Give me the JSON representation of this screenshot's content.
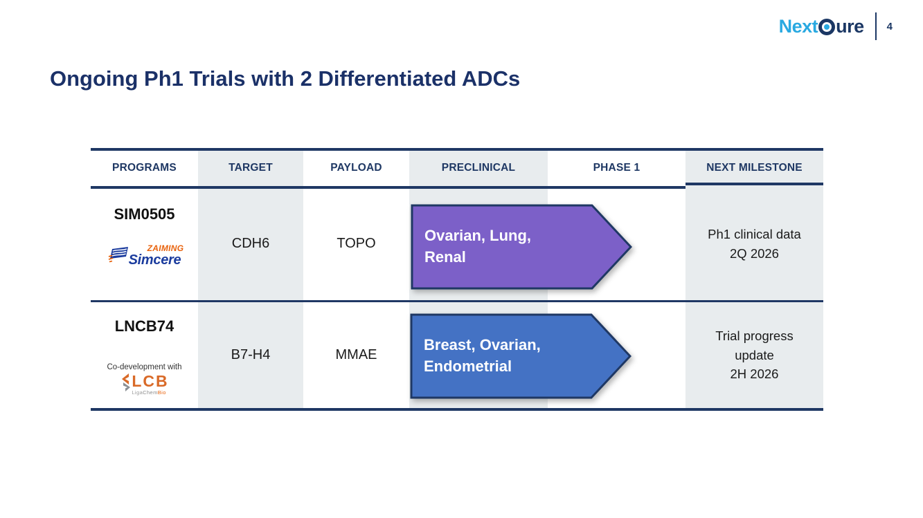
{
  "brand": {
    "next": "Next",
    "ure": "ure",
    "page_number": "4"
  },
  "title": "Ongoing Ph1 Trials with 2 Differentiated ADCs",
  "colors": {
    "navy": "#1F3864",
    "title_navy": "#1B3168",
    "column_stripe": "#E8ECEE",
    "arrow_purple": "#7C60C8",
    "arrow_blue": "#4472C4",
    "logo_cyan": "#29A9E1",
    "logo_dark": "#1B3764",
    "simcere_blue": "#1B3C9E",
    "simcere_orange": "#E8620C",
    "lcb_orange": "#D96A28"
  },
  "table": {
    "columns": [
      "PROGRAMS",
      "TARGET",
      "PAYLOAD",
      "PRECLINICAL",
      "PHASE 1",
      "NEXT MILESTONE"
    ],
    "rows": [
      {
        "program": "SIM0505",
        "partner": {
          "tag": "ZAIMING",
          "name": "Simcere"
        },
        "target": "CDH6",
        "payload": "TOPO",
        "arrow": {
          "line1": "Ovarian, Lung,",
          "line2": "Renal",
          "color": "#7C60C8"
        },
        "milestone": [
          "Ph1 clinical data",
          "2Q 2026"
        ]
      },
      {
        "program": "LNCB74",
        "codev": "Co-development with",
        "partner": {
          "name": "LCB",
          "sub_liga": "Liga",
          "sub_chem": "Chem",
          "sub_bio": "Bio"
        },
        "target": "B7-H4",
        "payload": "MMAE",
        "arrow": {
          "line1": "Breast, Ovarian,",
          "line2": "Endometrial",
          "color": "#4472C4"
        },
        "milestone": [
          "Trial progress",
          "update",
          "2H 2026"
        ]
      }
    ]
  }
}
